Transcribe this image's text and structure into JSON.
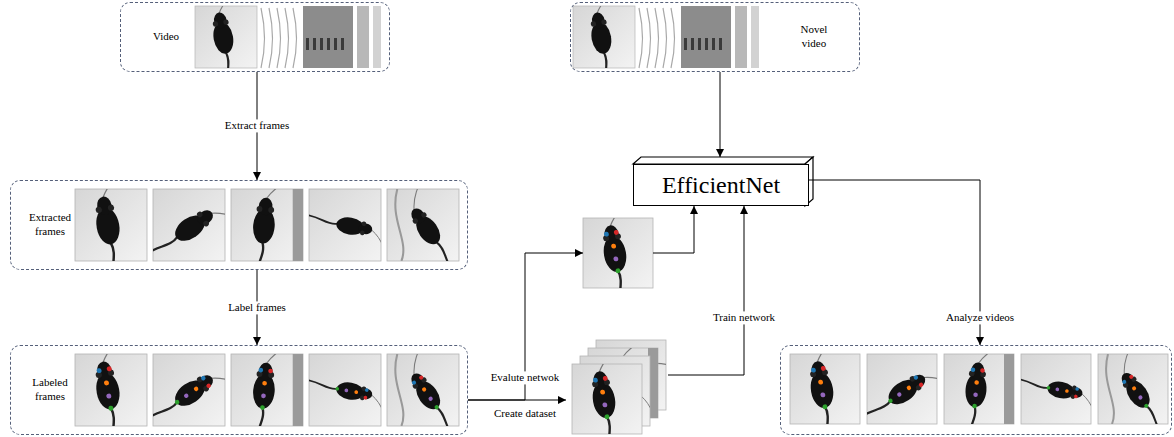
{
  "diagram": {
    "nodes": [
      {
        "text": [
          "Video"
        ]
      },
      {
        "text": [
          "Extracted frames"
        ]
      },
      {
        "text": [
          "Labeled frames"
        ]
      },
      {
        "text": [
          "Novel video"
        ]
      },
      {
        "text": [
          "EfficientNet"
        ]
      },
      {
        "text": []
      },
      {
        "text": []
      },
      {
        "text": []
      }
    ],
    "edges": [
      {
        "from": 0,
        "to": 1,
        "arrow": "to",
        "label": "Extract frames"
      },
      {
        "from": 1,
        "to": 2,
        "arrow": "to",
        "label": "Label frames"
      },
      {
        "from": 2,
        "to": 6,
        "arrow": "to",
        "label": "Evalute netwok"
      },
      {
        "from": 2,
        "to": 5,
        "arrow": "to",
        "label": "Create dataset"
      },
      {
        "from": 6,
        "to": 4,
        "arrow": "to"
      },
      {
        "from": 5,
        "to": 4,
        "arrow": "to",
        "label": "Train network"
      },
      {
        "from": 3,
        "to": 4,
        "arrow": "to"
      },
      {
        "from": 4,
        "to": 7,
        "arrow": "to",
        "label": "Analyze videos"
      }
    ]
  }
}
